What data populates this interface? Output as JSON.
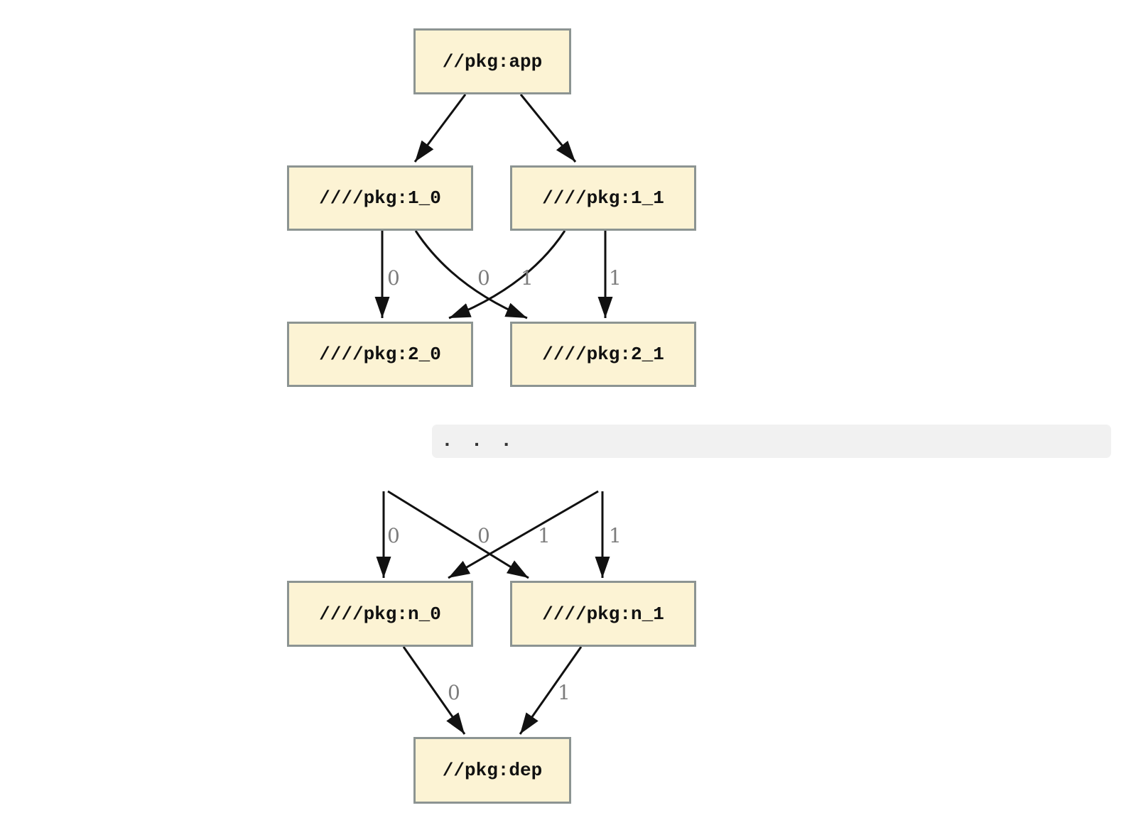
{
  "nodes": {
    "app": {
      "label": "//pkg:app"
    },
    "l1_0": {
      "label": "////pkg:1_0"
    },
    "l1_1": {
      "label": "////pkg:1_1"
    },
    "l2_0": {
      "label": "////pkg:2_0"
    },
    "l2_1": {
      "label": "////pkg:2_1"
    },
    "ln_0": {
      "label": "////pkg:n_0"
    },
    "ln_1": {
      "label": "////pkg:n_1"
    },
    "dep": {
      "label": "//pkg:dep"
    }
  },
  "ellipsis": ". . .",
  "edges": [
    {
      "from": "//pkg:app",
      "to": "////pkg:1_0",
      "label": ""
    },
    {
      "from": "//pkg:app",
      "to": "////pkg:1_1",
      "label": ""
    },
    {
      "from": "////pkg:1_0",
      "to": "////pkg:2_0",
      "label": "0"
    },
    {
      "from": "////pkg:1_1",
      "to": "////pkg:2_0",
      "label": "0"
    },
    {
      "from": "////pkg:1_0",
      "to": "////pkg:2_1",
      "label": "1"
    },
    {
      "from": "////pkg:1_1",
      "to": "////pkg:2_1",
      "label": "1"
    },
    {
      "from": "...",
      "to": "////pkg:n_0",
      "label": "0"
    },
    {
      "from": "...",
      "to": "////pkg:n_0",
      "label": "0"
    },
    {
      "from": "...",
      "to": "////pkg:n_1",
      "label": "1"
    },
    {
      "from": "...",
      "to": "////pkg:n_1",
      "label": "1"
    },
    {
      "from": "////pkg:n_0",
      "to": "//pkg:dep",
      "label": "0"
    },
    {
      "from": "////pkg:n_1",
      "to": "//pkg:dep",
      "label": "1"
    }
  ],
  "colors": {
    "background": "#ffffff",
    "node_fill": "#fcf3d4",
    "node_border": "#8c9492",
    "edge": "#111111",
    "edge_label": "#7d7d7d",
    "ellipsis_bar": "#f1f1f1"
  }
}
